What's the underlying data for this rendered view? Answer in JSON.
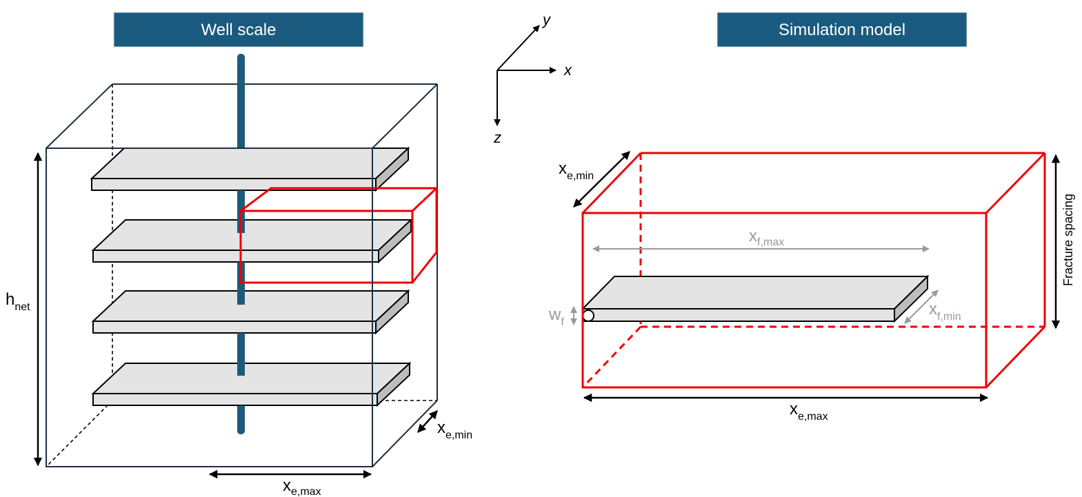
{
  "colors": {
    "title_bg": "#1a5a7e",
    "title_text": "#ffffff",
    "wellbore": "#1e5a7a",
    "box_outline": "#1b2e42",
    "fracture_fill": "#e4e4e4",
    "fracture_side": "#bdbdbd",
    "sim_box": "#ee0000",
    "grey_dim": "#9a9a9a"
  },
  "left_panel": {
    "title": "Well scale",
    "height_label": {
      "main": "h",
      "sub": "net"
    },
    "width_label": {
      "main": "x",
      "sub": "e,max"
    },
    "depth_label": {
      "main": "x",
      "sub": "e,min"
    },
    "fracture_count": 4
  },
  "axes": {
    "x": "x",
    "y": "y",
    "z": "z"
  },
  "right_panel": {
    "title": "Simulation model",
    "depth_label": {
      "main": "x",
      "sub": "e,min"
    },
    "width_label": {
      "main": "x",
      "sub": "e,max"
    },
    "frac_length_label": {
      "main": "x",
      "sub": "f,max"
    },
    "frac_depth_label": {
      "main": "x",
      "sub": "f,min"
    },
    "frac_width_label": {
      "main": "w",
      "sub": "f"
    },
    "spacing_label": "Fracture spacing"
  }
}
